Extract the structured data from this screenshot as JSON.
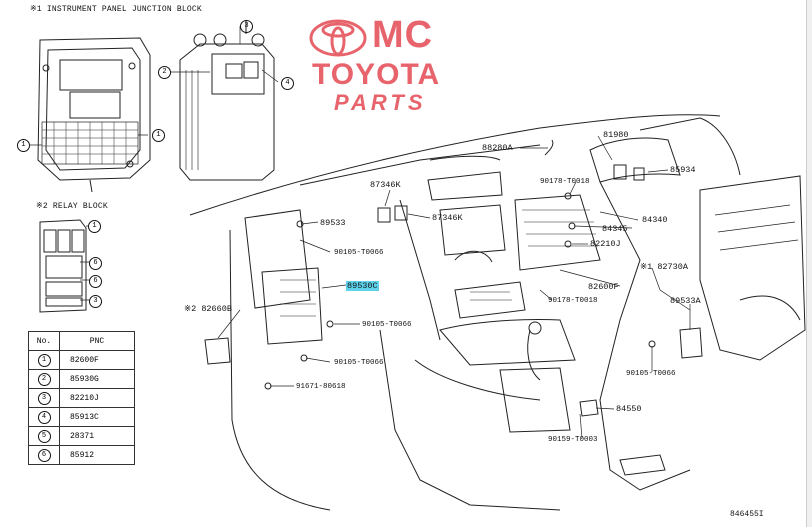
{
  "watermark": {
    "line1": "MC",
    "line2": "TOYOTA",
    "line3": "PARTS",
    "color": "#e8646c"
  },
  "headers": {
    "junction_block": "※1 INSTRUMENT PANEL JUNCTION BLOCK",
    "relay_block": "※2 RELAY BLOCK"
  },
  "callouts": [
    "1",
    "2",
    "3",
    "4",
    "5",
    "6"
  ],
  "part_labels": {
    "p88280a": "88280A",
    "p81980": "81980",
    "p85934": "85934",
    "p90178_top": "90178-T0018",
    "p87346k_a": "87346K",
    "p87346k_b": "87346K",
    "p89533": "89533",
    "p84340": "84340",
    "p84345": "84345",
    "p82210j": "82210J",
    "p90105_1": "90105-T0066",
    "p82600f": "82600F",
    "p82730a": "※1 82730A",
    "p89530c": "89530C",
    "p90178_mid": "90178-T0018",
    "p89533a": "89533A",
    "p82660b": "※2 82660B",
    "p90105_2": "90105-T0066",
    "p90105_3": "90105-T0066",
    "p90105_4": "90105-T0066",
    "p91671": "91671-80618",
    "p84550": "84550",
    "p90159": "90159-T0003"
  },
  "highlight_color": "#5fd3ec",
  "table": {
    "headers": [
      "No.",
      "PNC"
    ],
    "rows": [
      {
        "no": "1",
        "pnc": "82600F"
      },
      {
        "no": "2",
        "pnc": "85930G"
      },
      {
        "no": "3",
        "pnc": "82210J"
      },
      {
        "no": "4",
        "pnc": "85913C"
      },
      {
        "no": "5",
        "pnc": "28371"
      },
      {
        "no": "6",
        "pnc": "85912"
      }
    ]
  },
  "diagram_id": "846455I"
}
